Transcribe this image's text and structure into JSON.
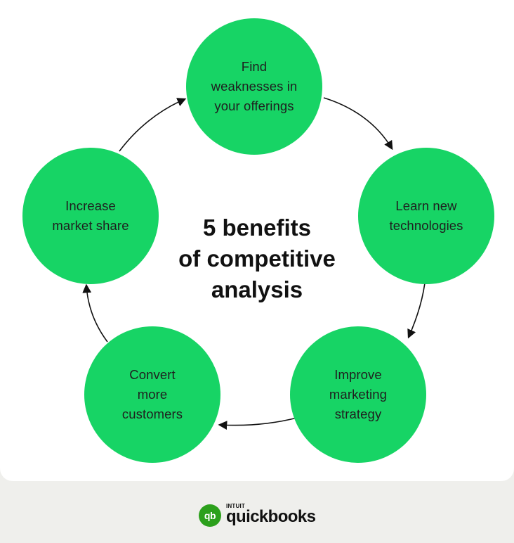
{
  "diagram": {
    "title_lines": [
      "5 benefits",
      "of competitive",
      "analysis"
    ],
    "nodes": [
      {
        "lines": [
          "Find",
          "weaknesses in",
          "your offerings"
        ]
      },
      {
        "lines": [
          "Learn new",
          "technologies"
        ]
      },
      {
        "lines": [
          "Improve",
          "marketing",
          "strategy"
        ]
      },
      {
        "lines": [
          "Convert",
          "more",
          "customers"
        ]
      },
      {
        "lines": [
          "Increase",
          "market share"
        ]
      }
    ]
  },
  "colors": {
    "accent_green": "#17d465",
    "background": "#ffffff",
    "footer_bg": "#efefec",
    "text": "#111111"
  },
  "footer": {
    "brand_intuit": "INTUIT",
    "brand_name": "quickbooks",
    "logo_mark": "qb"
  }
}
